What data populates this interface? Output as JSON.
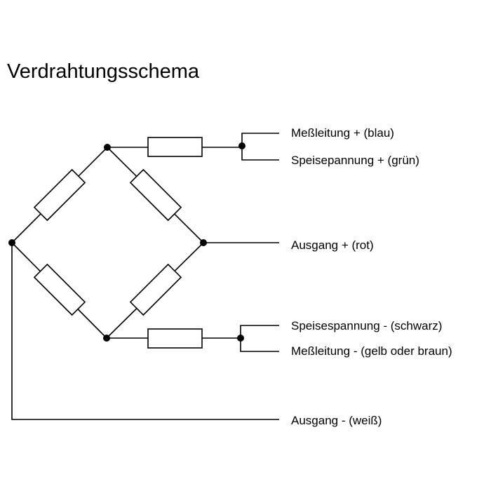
{
  "title": "Verdrahtungsschema",
  "labels": {
    "messleitung_plus": "Meßleitung + (blau)",
    "speisespannung_plus": "Speisepannung + (grün)",
    "ausgang_plus": "Ausgang + (rot)",
    "speisespannung_minus": "Speisespannung - (schwarz)",
    "messleitung_minus": "Meßleitung - (gelb oder braun)",
    "ausgang_minus": "Ausgang - (weiß)"
  }
}
